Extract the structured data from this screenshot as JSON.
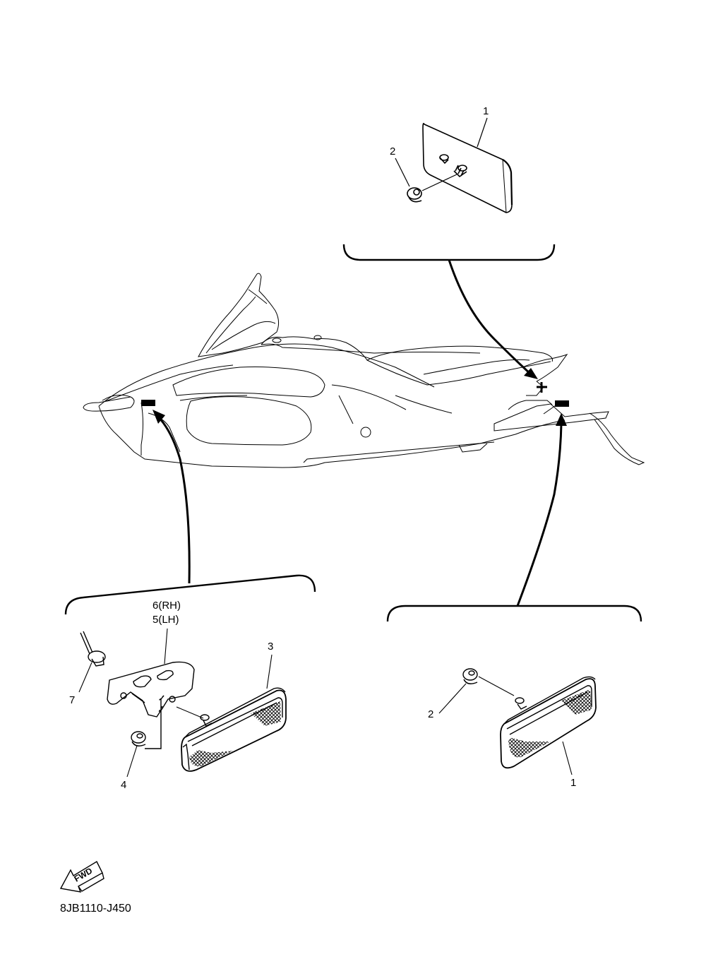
{
  "diagram": {
    "code": "8JB1110-J450",
    "fwd_label": "FWD",
    "parts": {
      "top_reflector": "1",
      "top_nut": "2",
      "left_reflector": "3",
      "left_nut": "4",
      "bracket_lh": "5(LH)",
      "bracket_rh": "6(RH)",
      "rivet": "7",
      "right_nut": "2",
      "right_reflector": "1"
    }
  }
}
